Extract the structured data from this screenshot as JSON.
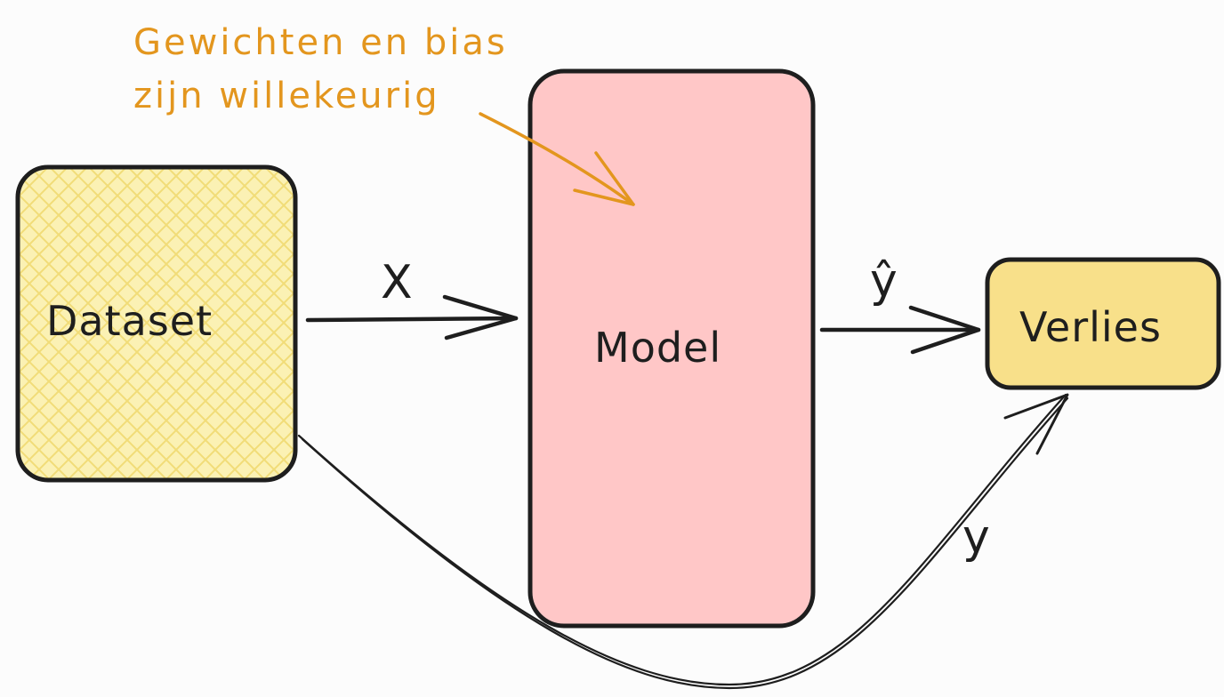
{
  "nodes": {
    "dataset": {
      "label": "Dataset",
      "fill": "#fbf1b4",
      "hatch": "#f1dc78"
    },
    "model": {
      "label": "Model",
      "fill": "#ffc7c7"
    },
    "loss": {
      "label": "Verlies",
      "fill": "#f8e08a"
    }
  },
  "edges": {
    "dataset_to_model": {
      "label": "X"
    },
    "model_to_loss": {
      "label": "ŷ"
    },
    "dataset_to_loss": {
      "label": "y"
    }
  },
  "annotation": {
    "line1": "Gewichten en bias",
    "line2": "zijn willekeurig",
    "color": "#e3961e"
  },
  "colors": {
    "stroke": "#1e1e1e",
    "background": "#fcfcfc"
  }
}
